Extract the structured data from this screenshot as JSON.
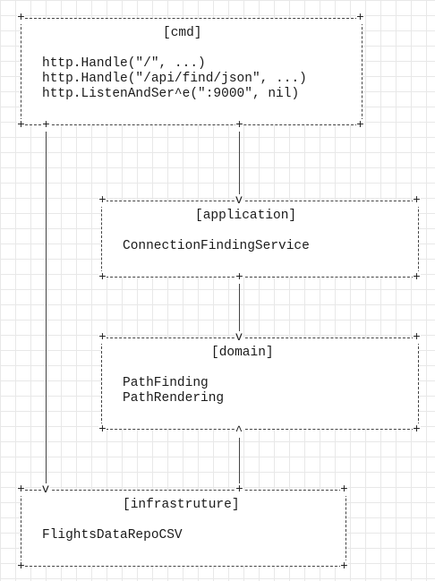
{
  "boxes": {
    "cmd": {
      "title": "[cmd]",
      "lines": [
        "http.Handle(\"/\", ...)",
        "http.Handle(\"/api/find/json\", ...)",
        "http.ListenAndSer^e(\":9000\", nil)"
      ]
    },
    "application": {
      "title": "[application]",
      "lines": [
        "ConnectionFindingService"
      ]
    },
    "domain": {
      "title": "[domain]",
      "lines": [
        "PathFinding",
        "PathRendering"
      ]
    },
    "infrastructure": {
      "title": "[infrastruture]",
      "lines": [
        "FlightsDataRepoCSV"
      ]
    }
  },
  "glyphs": {
    "corner": "+",
    "arrow_down": "v",
    "arrow_up": "^"
  }
}
